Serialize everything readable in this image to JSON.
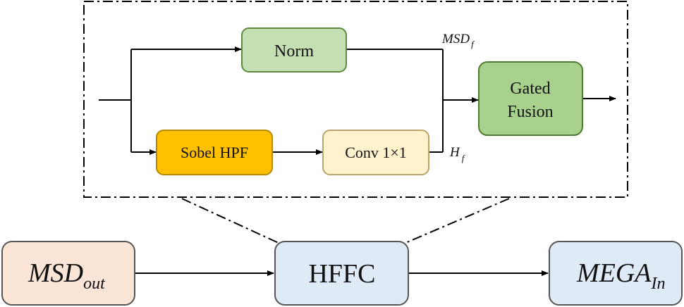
{
  "diagram": {
    "detail": {
      "norm_label": "Norm",
      "sobel_label": "Sobel HPF",
      "conv_label": "Conv 1×1",
      "gated_line1": "Gated",
      "gated_line2": "Fusion",
      "msd_f_main": "MSD",
      "msd_f_sub": "f",
      "h_f_main": "H",
      "h_f_sub": "f"
    },
    "main": {
      "msd_out_main": "MSD",
      "msd_out_sub": "out",
      "hffc_label": "HFFC",
      "mega_in_main": "MEGA",
      "mega_in_sub": "In"
    },
    "colors": {
      "norm_fill": "#c5dfb4",
      "norm_stroke": "#5c8a3c",
      "gated_fill": "#a9d18e",
      "gated_stroke": "#4f7c33",
      "sobel_fill": "#ffc000",
      "sobel_stroke": "#b58a00",
      "conv_fill": "#fff2cc",
      "conv_stroke": "#b9a46a",
      "msd_out_fill": "#fbe5d6",
      "msd_out_stroke": "#555555",
      "blue_fill": "#deebf7",
      "blue_stroke": "#555555"
    }
  }
}
